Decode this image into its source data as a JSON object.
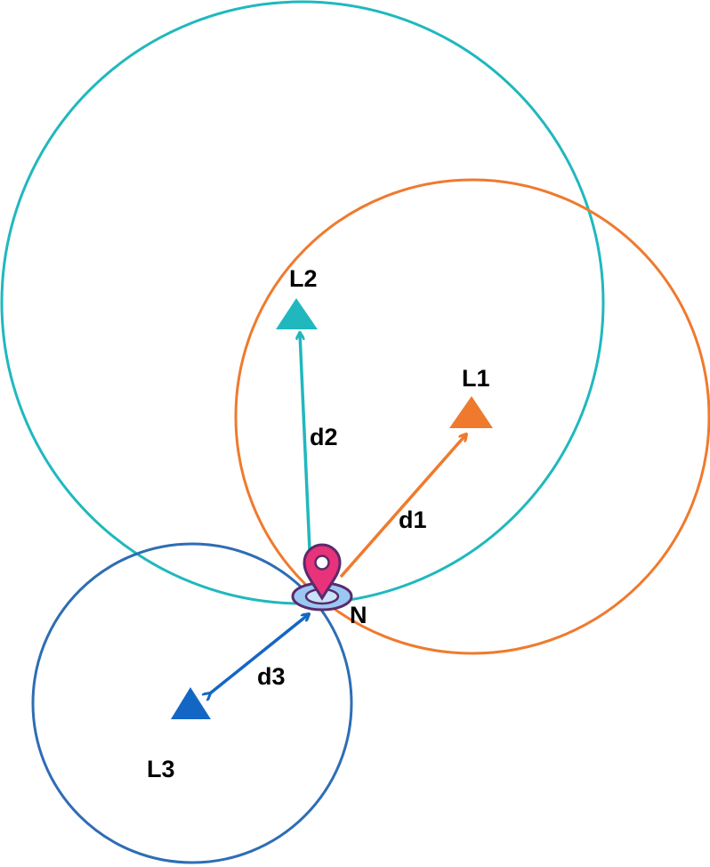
{
  "colors": {
    "l1_orange": "#ef7a2e",
    "l2_teal": "#20b8be",
    "l3_blue": "#2e6db4",
    "l3_marker": "#1466c4",
    "pin_pink": "#e8337a",
    "pin_outline": "#5b2a6b",
    "pin_base": "#9ac8f2",
    "label_text": "#000000"
  },
  "anchors": {
    "l1": {
      "label": "L1",
      "icon": "triangle-marker-icon"
    },
    "l2": {
      "label": "L2",
      "icon": "triangle-marker-icon"
    },
    "l3": {
      "label": "L3",
      "icon": "triangle-marker-icon"
    }
  },
  "node": {
    "label": "N",
    "icon": "location-pin-icon"
  },
  "distances": {
    "d1": "d1",
    "d2": "d2",
    "d3": "d3"
  }
}
